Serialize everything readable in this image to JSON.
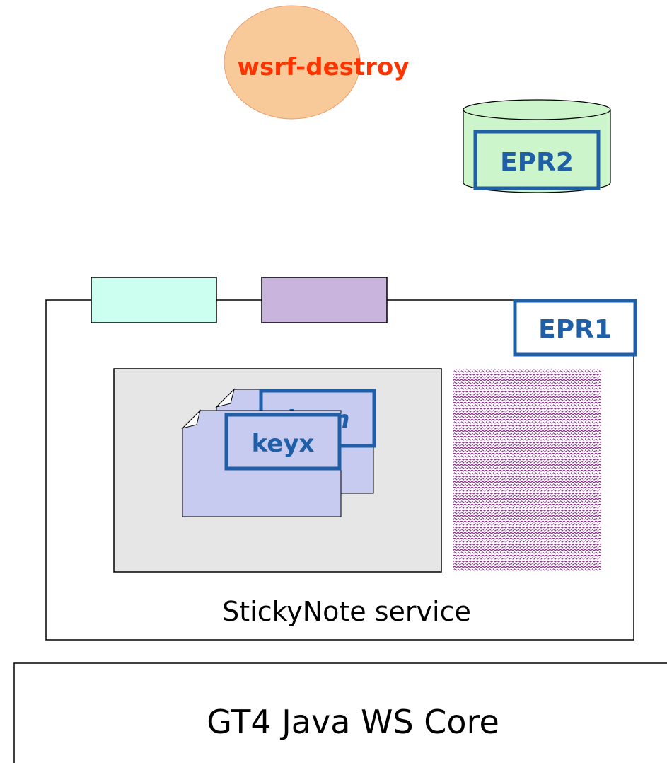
{
  "client": {
    "command_label": "wsrf-destroy",
    "epr_label": "EPR2"
  },
  "service": {
    "label": "StickyNote service",
    "epr_label": "EPR1",
    "resource_keys": [
      "keyn",
      "keyx"
    ]
  },
  "container": {
    "label": "GT4 Java WS Core"
  },
  "colors": {
    "command_fill": "#f8c999",
    "command_text": "#ff3300",
    "cylinder_fill": "#ccf5cc",
    "epr_border": "#1f5fa8",
    "port_left": "#ccfff0",
    "port_right": "#c8b4dc",
    "resource_home": "#e6e6e6",
    "resource_doc": "#c8cbf0",
    "pattern": "#8a2a8a"
  }
}
